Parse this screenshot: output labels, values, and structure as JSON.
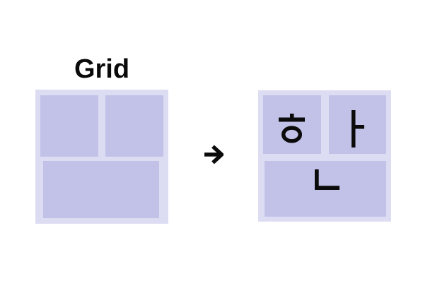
{
  "title": "Grid",
  "arrow": {
    "glyph": "→"
  },
  "colors": {
    "canvas_bg": "#ffffff",
    "container_bg": "#dcdcf2",
    "cell_bg": "#c2c2e8",
    "glyph_color": "#0b0b0b",
    "text_color": "#0a0a0a"
  },
  "source_grid": {
    "cells": [
      {
        "id": "top-left",
        "content": ""
      },
      {
        "id": "top-right",
        "content": ""
      },
      {
        "id": "bottom",
        "content": ""
      }
    ]
  },
  "result_grid": {
    "cells": [
      {
        "id": "top-left",
        "jamo": "ㅎ",
        "jamo_name": "hieut"
      },
      {
        "id": "top-right",
        "jamo": "ㅏ",
        "jamo_name": "a"
      },
      {
        "id": "bottom",
        "jamo": "ㄴ",
        "jamo_name": "nieun"
      }
    ]
  }
}
